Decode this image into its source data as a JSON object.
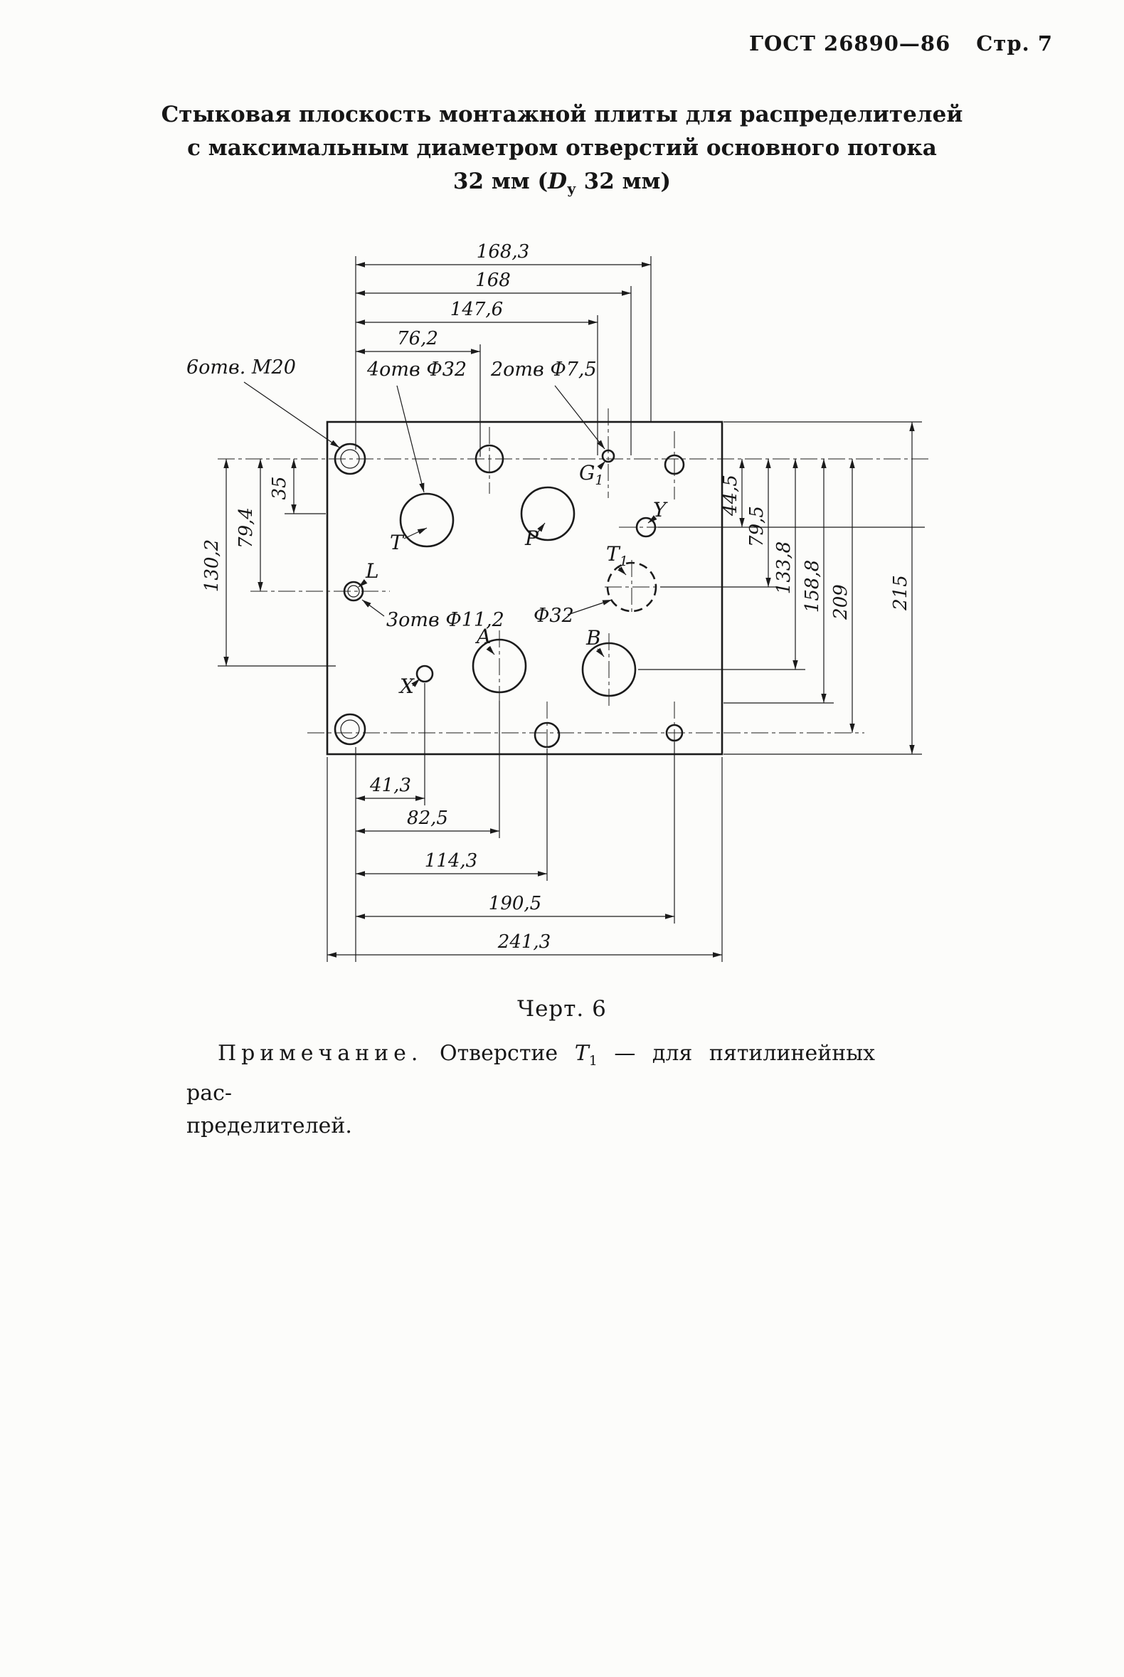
{
  "page": {
    "header_gost": "ГОСТ 26890—86",
    "header_page": "Стр. 7",
    "title_line1": "Стыковая плоскость монтажной плиты для распределителей",
    "title_line2": "с максимальным диаметром отверстий основного потока",
    "title3_pre": "32 мм (",
    "title3_d": "D",
    "title3_sub": "у",
    "title3_post": " 32 мм)",
    "figure_caption": "Черт. 6",
    "note_label": "Примечание.",
    "note_body1_pre": " Отверстие ",
    "note_t1_base": "Т",
    "note_t1_sub": "1",
    "note_body1_post": " — для пятилинейных рас-",
    "note_body_line2": "пределителей."
  },
  "drawing": {
    "callouts": {
      "m20": "6отв. М20",
      "d32": "4отв Ф32",
      "d75": "2отв Ф7,5",
      "d112": "3отв Ф11,2",
      "f32": "Ф32"
    },
    "ports": {
      "t": "T",
      "p": "P",
      "t1_base": "T",
      "t1_sub": "1",
      "g1_base": "G",
      "g1_sub": "1",
      "y": "Y",
      "l": "L",
      "a": "A",
      "b": "B",
      "x": "X"
    },
    "dims": {
      "top": [
        "168,3",
        "168",
        "147,6",
        "76,2"
      ],
      "left": [
        "130,2",
        "79,4",
        "35"
      ],
      "right": [
        "44,5",
        "79,5",
        "133,8",
        "158,8",
        "209",
        "215"
      ],
      "bottom": [
        "41,3",
        "82,5",
        "114,3",
        "190,5",
        "241,3"
      ]
    }
  }
}
